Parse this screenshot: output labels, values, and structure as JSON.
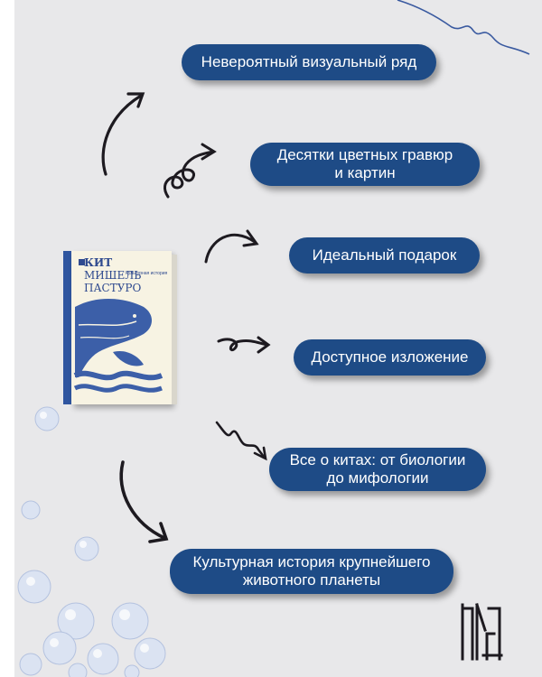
{
  "features": [
    {
      "lines": [
        "Невероятный визуальный ряд"
      ]
    },
    {
      "lines": [
        "Десятки цветных гравюр",
        "и картин"
      ]
    },
    {
      "lines": [
        "Идеальный подарок"
      ]
    },
    {
      "lines": [
        "Доступное изложение"
      ]
    },
    {
      "lines": [
        "Все о китах: от биологии",
        "до мифологии"
      ]
    },
    {
      "lines": [
        "Культурная история крупнейшего",
        "животного планеты"
      ]
    }
  ],
  "book": {
    "title_lines": [
      "КИТ",
      "МИШЕЛЬ",
      "ПАСТУРО"
    ],
    "subtitle": "Культурная история"
  },
  "colors": {
    "pill": "#1e4b86",
    "background": "#e8e8ea",
    "accent": "#2f4a8f",
    "arrow": "#1d1a20"
  }
}
